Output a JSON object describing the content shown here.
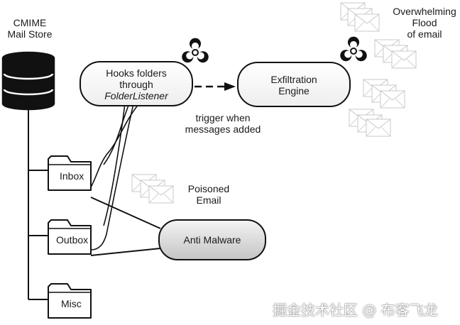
{
  "store": {
    "line1": "CMIME",
    "line2": "Mail Store"
  },
  "folders": [
    {
      "label": "Inbox"
    },
    {
      "label": "Outbox"
    },
    {
      "label": "Misc"
    }
  ],
  "hooks_node": {
    "line1": "Hooks folders",
    "line2": "through",
    "line3": "FolderListener"
  },
  "exfil_node": {
    "line1": "Exfiltration",
    "line2": "Engine"
  },
  "trigger_label": {
    "line1": "trigger when",
    "line2": "messages added"
  },
  "flood_label": {
    "line1": "Overwhelming",
    "line2": "Flood",
    "line3": "of email"
  },
  "poisoned_label": {
    "line1": "Poisoned",
    "line2": "Email"
  },
  "antimalware_node": {
    "label": "Anti Malware"
  },
  "icons": {
    "hazard": "biohazard-icon",
    "envelope": "envelope-icon",
    "database": "database-icon",
    "folder": "folder-icon"
  },
  "watermark": "掘金技术社区 @ 布客飞龙"
}
